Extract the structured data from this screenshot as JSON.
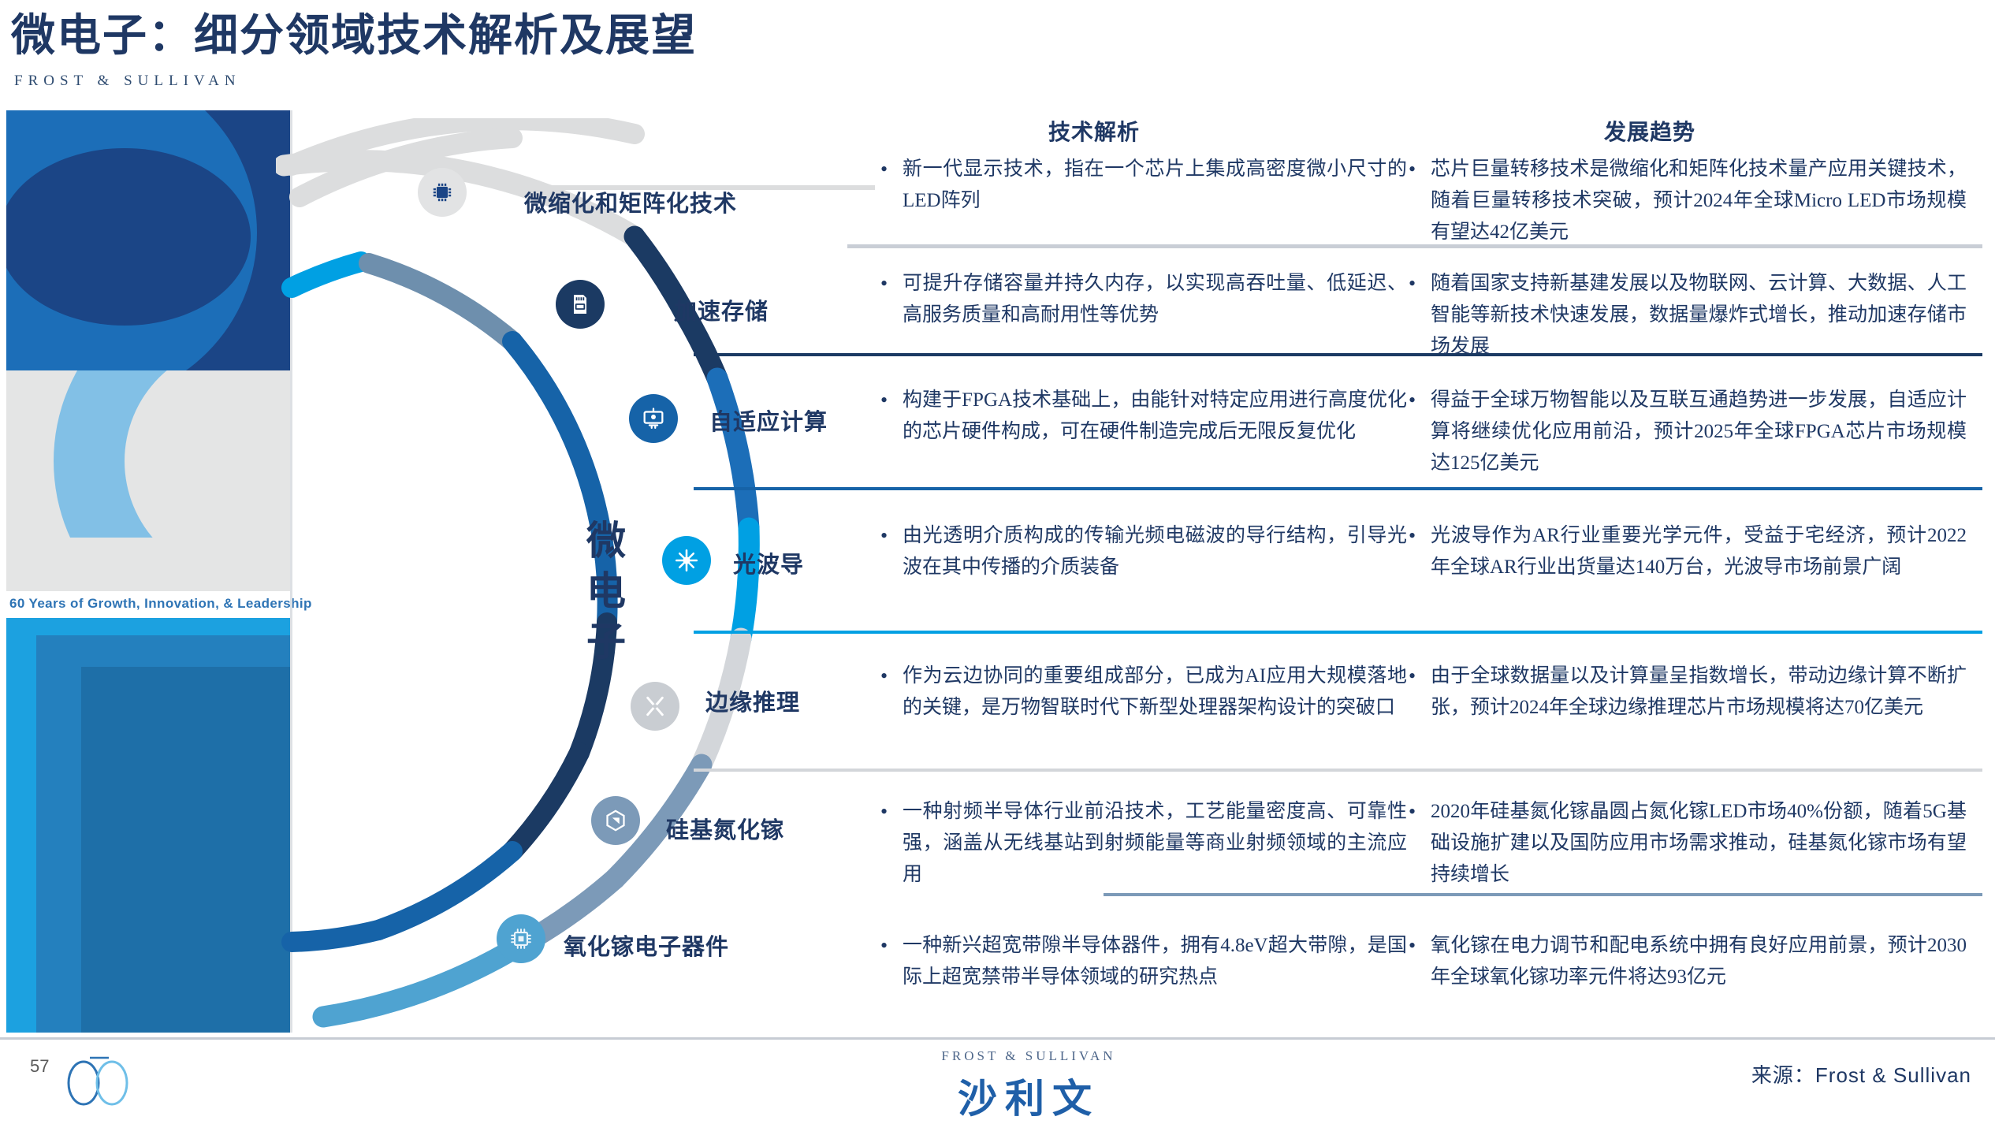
{
  "header": {
    "title": "微电子：细分领域技术解析及展望",
    "brand_sub": "FROST & SULLIVAN"
  },
  "left_panel": {
    "tagline": "60 Years of Growth, Innovation, & Leadership"
  },
  "diagram": {
    "center_label": "微\n电\n子",
    "center_label_chars": [
      "微",
      "电",
      "子"
    ],
    "arc_colors": [
      "#DCDDDE",
      "#1B3A63",
      "#1663A8",
      "#1C9AD6",
      "#1CA0E0",
      "#D3D6DA",
      "#7C9AB8",
      "#4FA3D1"
    ],
    "accent_light": "#00A0E3",
    "accent_steel": "#6E8FAD"
  },
  "columns": {
    "tech_analysis": "技术解析",
    "trends": "发展趋势"
  },
  "rows": [
    {
      "label": "微缩化和矩阵化技术",
      "icon": "chip-icon",
      "icon_color": "#1B4586",
      "icon_bg": "#E2E3E4",
      "analysis": "新一代显示技术，指在一个芯片上集成高密度微小尺寸的LED阵列",
      "trend": "芯片巨量转移技术是微缩化和矩阵化技术量产应用关键技术，随着巨量转移技术突破，预计2024年全球Micro LED市场规模有望达42亿美元"
    },
    {
      "label": "加速存储",
      "icon": "memory-card-icon",
      "icon_color": "#FFFFFF",
      "icon_bg": "#1B3A63",
      "analysis": "可提升存储容量并持久内存，以实现高吞吐量、低延迟、高服务质量和高耐用性等优势",
      "trend": "随着国家支持新基建发展以及物联网、云计算、大数据、人工智能等新技术快速发展，数据量爆炸式增长，推动加速存储市场发展"
    },
    {
      "label": "自适应计算",
      "icon": "adaptive-computing-icon",
      "icon_color": "#FFFFFF",
      "icon_bg": "#1663A8",
      "analysis": "构建于FPGA技术基础上，由能针对特定应用进行高度优化的芯片硬件构成，可在硬件制造完成后无限反复优化",
      "trend": "得益于全球万物智能以及互联互通趋势进一步发展，自适应计算将继续优化应用前沿，预计2025年全球FPGA芯片市场规模达125亿美元"
    },
    {
      "label": "光波导",
      "icon": "waveguide-icon",
      "icon_color": "#FFFFFF",
      "icon_bg": "#00A0E3",
      "analysis": "由光透明介质构成的传输光频电磁波的导行结构，引导光波在其中传播的介质装备",
      "trend": "光波导作为AR行业重要光学元件，受益于宅经济，预计2022年全球AR行业出货量达140万台，光波导市场前景广阔"
    },
    {
      "label": "边缘推理",
      "icon": "edge-inference-icon",
      "icon_color": "#FFFFFF",
      "icon_bg": "#C9CDD2",
      "analysis": "作为云边协同的重要组成部分，已成为AI应用大规模落地的关键，是万物智联时代下新型处理器架构设计的突破口",
      "trend": "由于全球数据量以及计算量呈指数增长，带动边缘计算不断扩张，预计2024年全球边缘推理芯片市场规模将达70亿美元"
    },
    {
      "label": "硅基氮化镓",
      "icon": "hexagon-icon",
      "icon_color": "#FFFFFF",
      "icon_bg": "#7C9AB8",
      "analysis": "一种射频半导体行业前沿技术，工艺能量密度高、可靠性强，涵盖从无线基站到射频能量等商业射频领域的主流应用",
      "trend": "2020年硅基氮化镓晶圆占氮化镓LED市场40%份额，随着5G基础设施扩建以及国防应用市场需求推动，硅基氮化镓市场有望持续增长"
    },
    {
      "label": "氧化镓电子器件",
      "icon": "processor-icon",
      "icon_color": "#EAF4FA",
      "icon_bg": "#4FA3D1",
      "analysis": "一种新兴超宽带隙半导体器件，拥有4.8eV超大带隙，是国际上超宽禁带半导体领域的研究热点",
      "trend": "氧化镓在电力调节和配电系统中拥有良好应用前景，预计2030年全球氧化镓功率元件将达93亿元"
    }
  ],
  "footer": {
    "page_number": "57",
    "brand_en": "FROST & SULLIVAN",
    "brand_cn": "沙利文",
    "source": "来源：Frost & Sullivan"
  }
}
